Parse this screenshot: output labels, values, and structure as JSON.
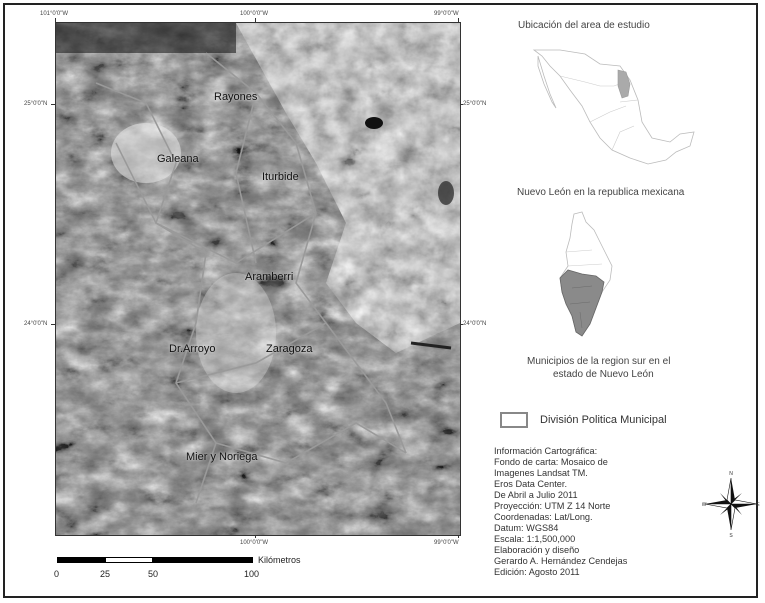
{
  "map": {
    "coords_top": [
      "101°0'0\"W",
      "100°0'0\"W",
      "99°0'0\"W"
    ],
    "coords_bottom": [
      "100°0'0\"W",
      "99°0'0\"W"
    ],
    "coords_left": [
      "25°0'0\"N",
      "24°0'0\"N"
    ],
    "coords_right": [
      "25°0'0\"N",
      "24°0'0\"N"
    ],
    "towns": [
      "Rayones",
      "Galeana",
      "Iturbide",
      "Aramberri",
      "Dr.Arroyo",
      "Zaragoza",
      "Mier y Noriega"
    ]
  },
  "insets": {
    "location_title": "Ubicación del area de estudio",
    "state_title": "Nuevo León  en la republica mexicana",
    "municipios_title_line1": "Municipios de la region sur en el",
    "municipios_title_line2": "estado de Nuevo León"
  },
  "legend": {
    "label": "División Politica Municipal"
  },
  "info": {
    "lines": [
      "Información Cartográfica:",
      "Fondo de carta: Mosaico de",
      "Imagenes Landsat TM.",
      "Eros Data Center.",
      "De Abril a Julio 2011",
      "Proyección: UTM Z 14 Norte",
      "Coordenadas: Lat/Long.",
      "Datum: WGS84",
      "Escala: 1:1,500,000",
      "Elaboración y diseño",
      "Gerardo A. Hernández Cendejas",
      "Edición: Agosto 2011"
    ]
  },
  "scale": {
    "unit": "Kilómetros",
    "ticks": [
      "0",
      "25",
      "50",
      "100"
    ]
  },
  "compass": {
    "n": "N",
    "s": "S",
    "e": "E",
    "w": "W"
  }
}
